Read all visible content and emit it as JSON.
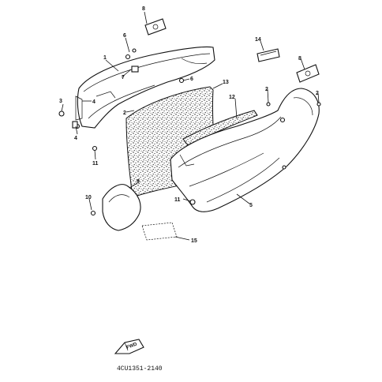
{
  "callouts": {
    "c1": "1",
    "c2a": "2",
    "c2b": "2",
    "c2c": "2",
    "c3": "3",
    "c4a": "4",
    "c4b": "4",
    "c5": "5",
    "c6a": "6",
    "c6b": "6",
    "c7": "7",
    "c8a": "8",
    "c8b": "8",
    "c9": "9",
    "c10": "10",
    "c11a": "11",
    "c11b": "11",
    "c12": "12",
    "c13": "13",
    "c14": "14",
    "c15": "15"
  },
  "fwd_label": "FWD",
  "diagram_code": "4CU1351-2140"
}
